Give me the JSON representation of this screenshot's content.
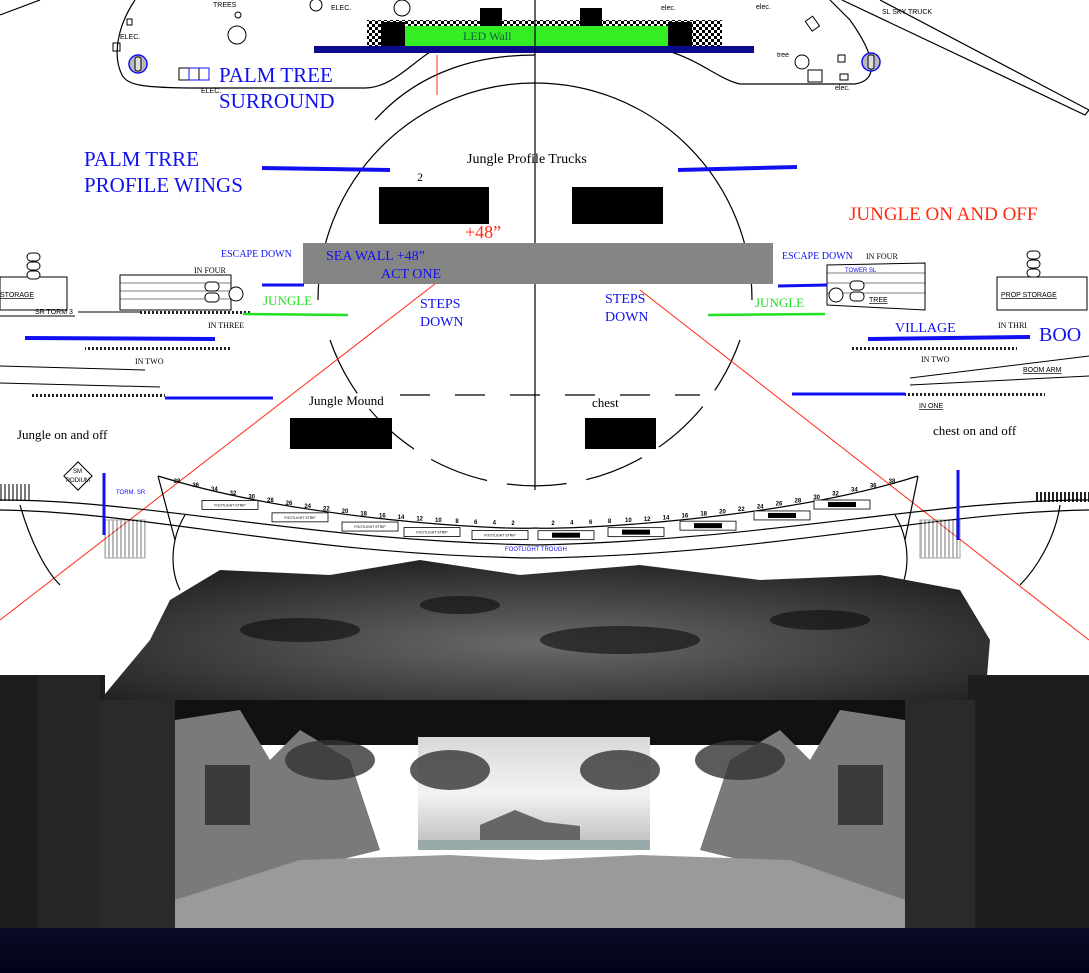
{
  "plan": {
    "top": {
      "trees": "TREES",
      "elec": "ELEC.",
      "elec_lower": "elec.",
      "led_wall": "LED Wall",
      "tree": "tree",
      "sl_sky_truck": "SL SKY TRUCK",
      "palm_tree_surround_1": "PALM TREE",
      "palm_tree_surround_2": "SURROUND"
    },
    "center": {
      "palm_profile_wings_1": "PALM TRRE",
      "palm_profile_wings_2": "PROFILE WINGS",
      "jungle_profile_trucks": "Jungle Profile Trucks",
      "mark_2": "2",
      "plus_48": "+48”",
      "sea_wall_1": "SEA WALL +48”",
      "sea_wall_2": "ACT ONE",
      "steps_down_1": "STEPS",
      "steps_down_2": "DOWN",
      "jungle_mound": "Jungle Mound",
      "chest": "chest",
      "jungle_on_off_right": "JUNGLE ON AND OFF"
    },
    "stage_left_wing": {
      "escape_down": "ESCAPE DOWN",
      "in_four": "IN FOUR",
      "in_three": "IN THREE",
      "in_two": "IN TWO",
      "storage": "STORAGE",
      "sr_torm": "SR TORM 3",
      "jungle": "JUNGLE",
      "jungle_on_off": "Jungle on and off"
    },
    "stage_right_wing": {
      "escape_down": "ESCAPE DOWN",
      "in_four": "IN FOUR",
      "tower": "TOWER SL",
      "tree": "TREE",
      "prop_storage": "PROP STORAGE",
      "village": "VILLAGE",
      "in_three": "IN THRI",
      "boom": "BOO",
      "in_two": "IN TWO",
      "boom_arm": "BOOM ARM",
      "in_one": "IN ONE",
      "jungle": "JUNGLE",
      "chest_on_off": "chest on and off"
    },
    "apron": {
      "sm_podium_1": "SM",
      "sm_podium_2": "PODIUM",
      "torm_sr": "TORM. SR",
      "footlight_trough": "FOOTLIGHT TROUGH",
      "footlight_strip": "FOOTLIGHT STRIP",
      "left_numbers": [
        "38",
        "36",
        "34",
        "32",
        "30",
        "28",
        "26",
        "24",
        "22",
        "20",
        "18",
        "16",
        "14",
        "12",
        "10",
        "8",
        "6",
        "4",
        "2"
      ],
      "right_numbers": [
        "2",
        "4",
        "6",
        "8",
        "10",
        "12",
        "14",
        "16",
        "18",
        "20",
        "22",
        "24",
        "26",
        "28",
        "30",
        "32",
        "34",
        "36",
        "38"
      ]
    }
  },
  "colors": {
    "blue_label": "#1010f0",
    "green": "#22e022",
    "red": "#ff2a10",
    "navy": "#0a0a8a",
    "sea_wall": "#858585"
  }
}
